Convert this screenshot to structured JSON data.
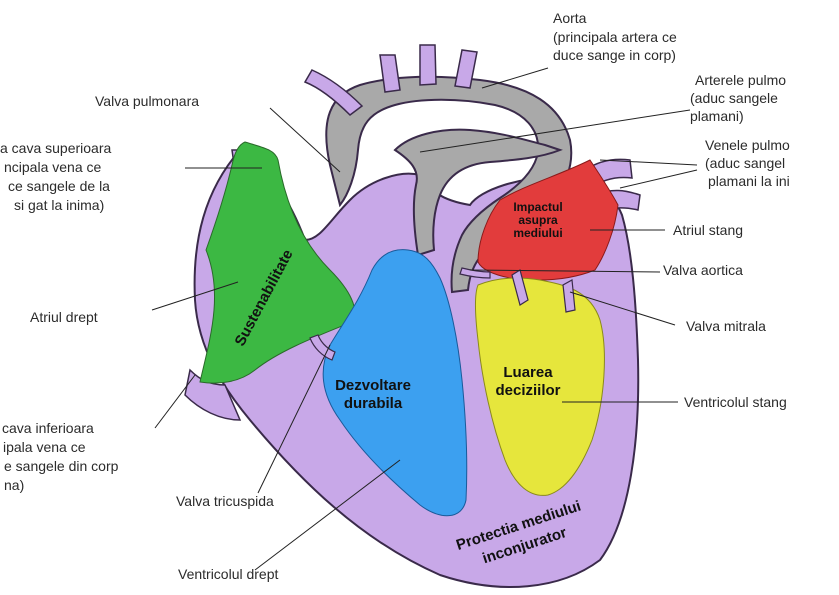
{
  "labels": {
    "aorta": "Aorta",
    "aorta_desc_1": "(principala artera ce",
    "aorta_desc_2": "duce sange in corp)",
    "valva_pulmonara": "Valva pulmonara",
    "arterele_pulmonare": "Arterele pulmo",
    "arterele_desc_1": "(aduc sangele",
    "arterele_desc_2": "plamani)",
    "vena_cava_sup_1": "a cava superioara",
    "vena_cava_sup_2": "ncipala vena ce",
    "vena_cava_sup_3": "ce  sangele de la",
    "vena_cava_sup_4": "si gat la inima)",
    "venele_pulmonare": "Venele pulmo",
    "venele_desc_1": "(aduc sangel",
    "venele_desc_2": "plamani la ini",
    "atriul_stang": "Atriul stang",
    "valva_aortica": "Valva aortica",
    "atriul_drept": "Atriul drept",
    "valva_mitrala": "Valva mitrala",
    "ventricolul_stang": "Ventricolul stang",
    "vena_cava_inf_1": "cava inferioara",
    "vena_cava_inf_2": "ipala vena ce",
    "vena_cava_inf_3": "e  sangele din corp",
    "vena_cava_inf_4": "na)",
    "valva_tricuspida": "Valva tricuspida",
    "ventricolul_drept": "Ventricolul drept"
  },
  "regions": {
    "sustenabilitate": "Sustenabilitate",
    "impact_1": "Impactul",
    "impact_2": "asupra",
    "impact_3": "mediului",
    "dezvoltare_1": "Dezvoltare",
    "dezvoltare_2": "durabila",
    "luarea_1": "Luarea",
    "luarea_2": "deciziilor",
    "protectia_1": "Protectia mediului",
    "protectia_2": "inconjurator"
  },
  "colors": {
    "outer_wall": "#c8a8e8",
    "aorta_gray": "#a9a9a9",
    "right_atrium_green": "#3cb843",
    "left_atrium_red": "#e23c3c",
    "right_ventricle_blue": "#3ca0f0",
    "left_ventricle_yellow": "#e6e63c",
    "outline": "#3a2a4a"
  }
}
